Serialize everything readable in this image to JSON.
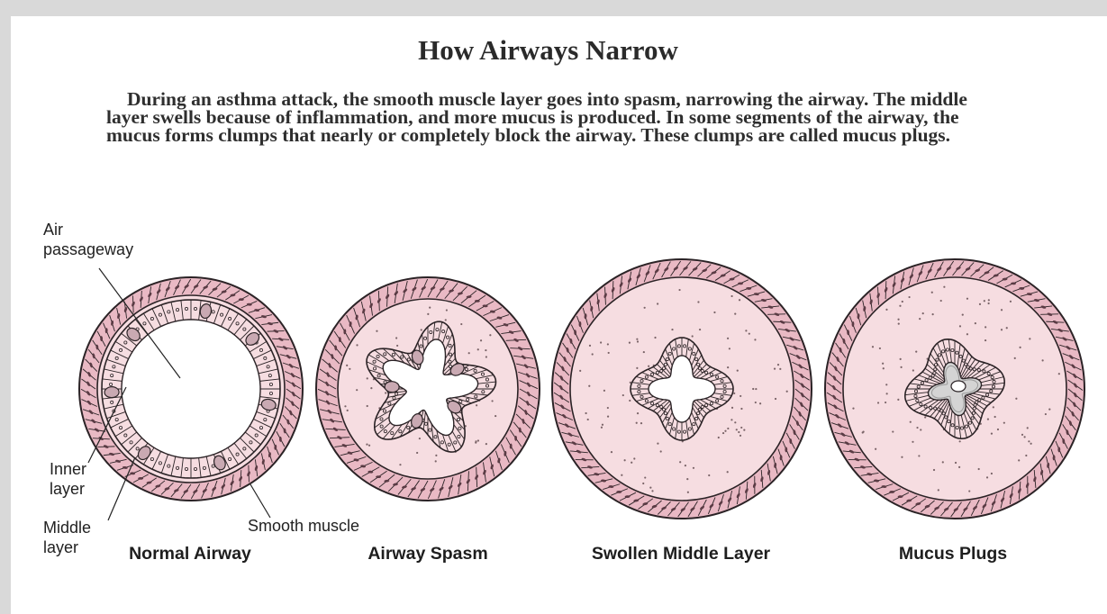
{
  "title": "How Airways Narrow",
  "description": "During an asthma attack, the smooth muscle layer goes into spasm, narrowing the airway. The middle layer swells because of inflammation, and more mucus is produced. In some segments of the airway, the mucus forms clumps that nearly or completely block the airway. These clumps are called mucus plugs.",
  "labels": {
    "air_passageway": "Air\npassageway",
    "inner_layer": "Inner\nlayer",
    "middle_layer": "Middle\nlayer",
    "smooth_muscle": "Smooth muscle"
  },
  "captions": {
    "normal": "Normal Airway",
    "spasm": "Airway Spasm",
    "swollen": "Swollen Middle Layer",
    "plugs": "Mucus Plugs"
  },
  "colors": {
    "tissue_pink": "#f6dde1",
    "muscle_pink": "#e9b9c4",
    "outline": "#2b2326",
    "mucus_gray": "#d4d4d4"
  }
}
